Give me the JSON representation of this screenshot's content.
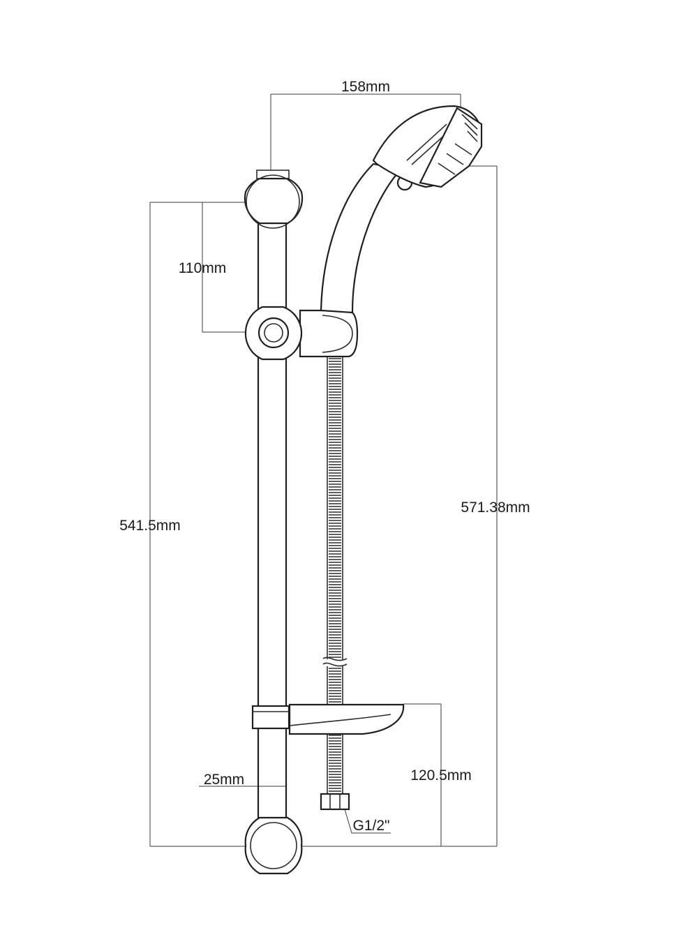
{
  "diagram": {
    "labels": {
      "head_width": "158mm",
      "bracket_spacing": "110mm",
      "overall_height": "541.5mm",
      "total_height": "571.38mm",
      "rail_diameter": "25mm",
      "soap_dish_height": "120.5mm",
      "connector_thread": "G1/2\""
    }
  }
}
